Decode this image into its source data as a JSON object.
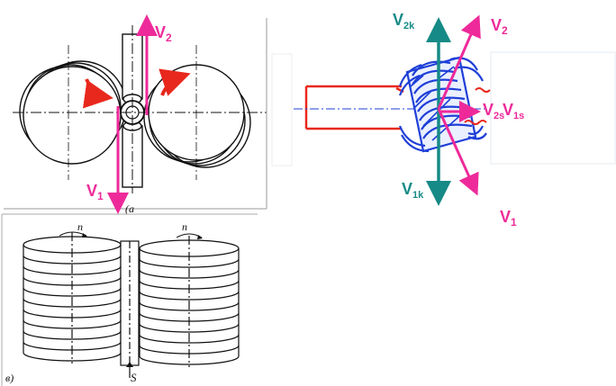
{
  "colors": {
    "magenta": "#ee2a9a",
    "teal": "#168a86",
    "red": "#e8281c",
    "blue": "#1f3fd8",
    "ink": "#111111"
  },
  "fig_a": {
    "v1": "V",
    "v1_sub": "1",
    "v2": "V",
    "v2_sub": "2",
    "corner_label": "(а"
  },
  "fig_b": {
    "v2k": "V",
    "v2k_sub": "2k",
    "v1k": "V",
    "v1k_sub": "1k",
    "v2": "V",
    "v2_sub": "2",
    "v1": "V",
    "v1_sub": "1",
    "v2s": "V",
    "v2s_sub": "2s",
    "v1s": "V",
    "v1s_sub": "1s"
  },
  "fig_c": {
    "rot_left": "n",
    "rot_right": "n",
    "feed": "S",
    "corner_label": "в)"
  }
}
